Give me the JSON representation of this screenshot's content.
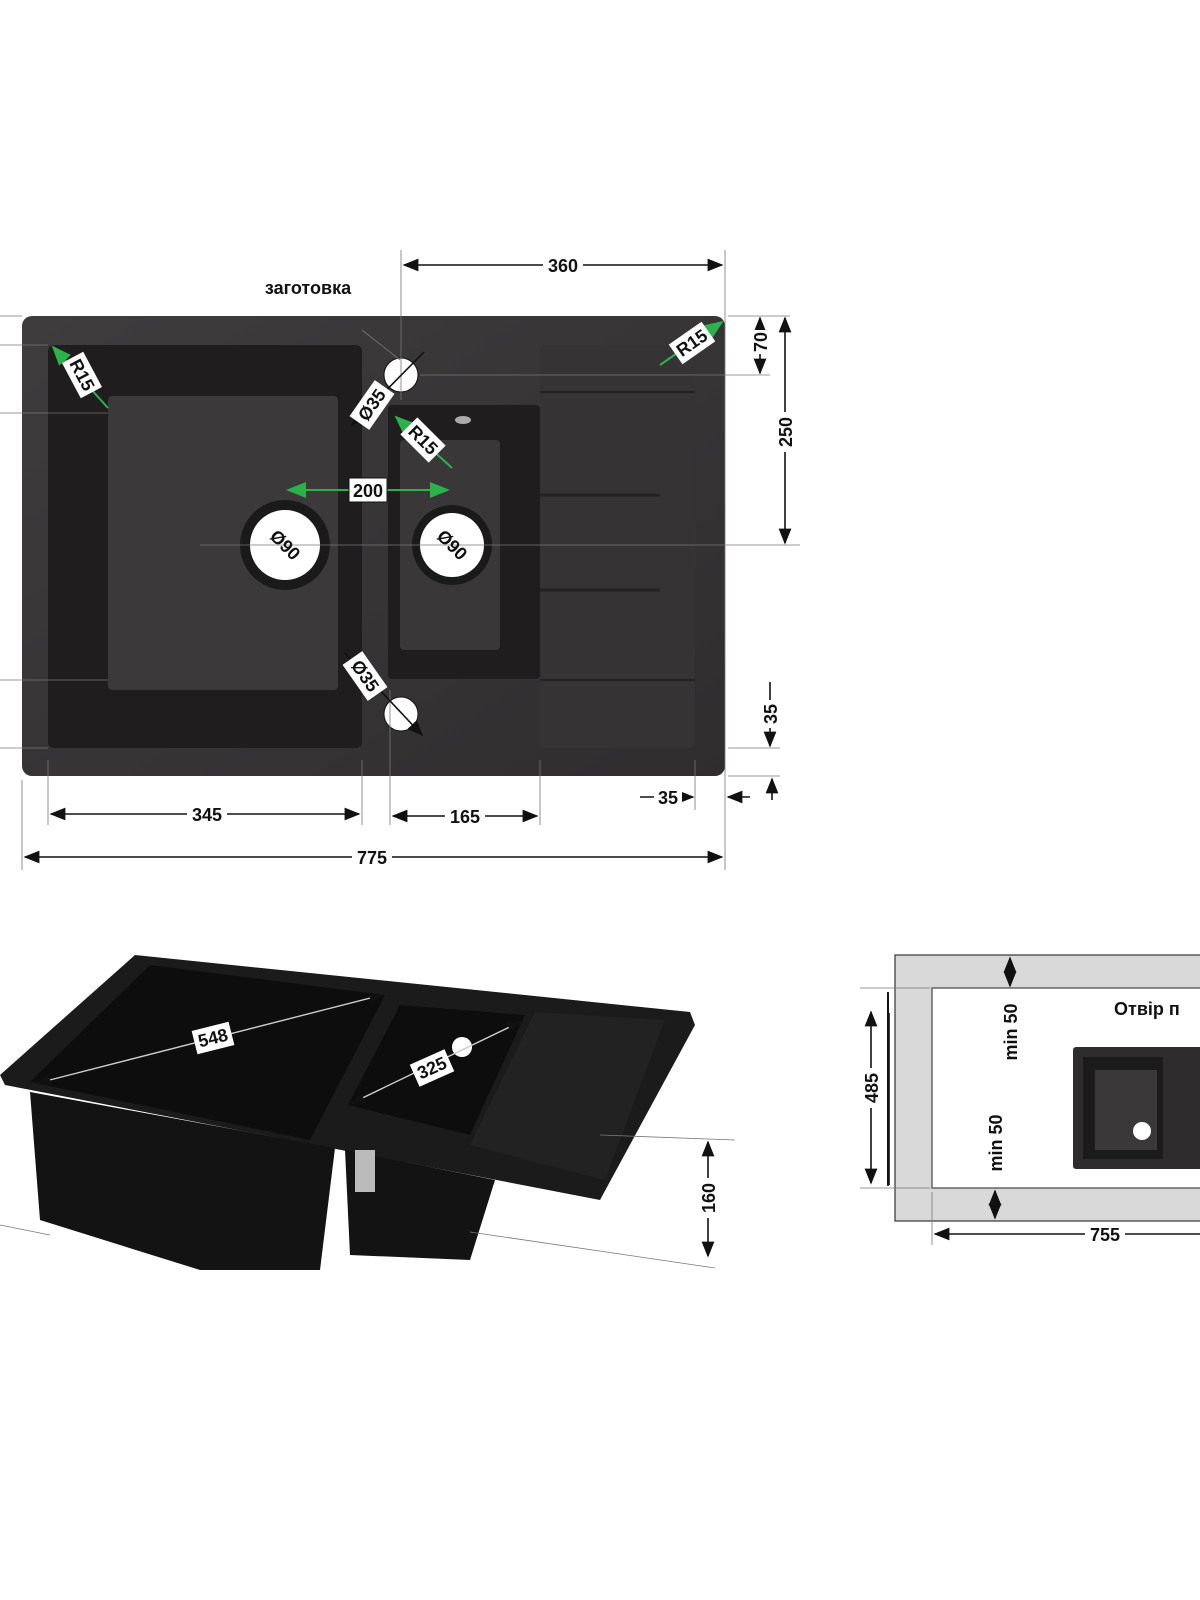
{
  "top_view": {
    "label_blank": "заготовка",
    "dim_360": "360",
    "dim_70": "70",
    "dim_250": "250",
    "dim_35_vertical": "35",
    "dim_35_horizontal": "35",
    "dim_345": "345",
    "dim_165": "165",
    "dim_775": "775",
    "dim_200": "200",
    "radius_left": "R15",
    "radius_right": "R15",
    "radius_small": "R15",
    "hole_top": "Ø35",
    "hole_bottom": "Ø35",
    "drain_left": "Ø90",
    "drain_right": "Ø90"
  },
  "perspective_view": {
    "dim_548": "548",
    "dim_325": "325",
    "dim_160": "160"
  },
  "cutout_view": {
    "title": "Отвір п",
    "dim_485": "485",
    "min_top": "min 50",
    "min_bottom": "min 50",
    "dim_755": "755"
  },
  "colors": {
    "sink": "#3a3839",
    "accent_arrow": "#2bb24a",
    "counter": "#d9d9d9"
  }
}
